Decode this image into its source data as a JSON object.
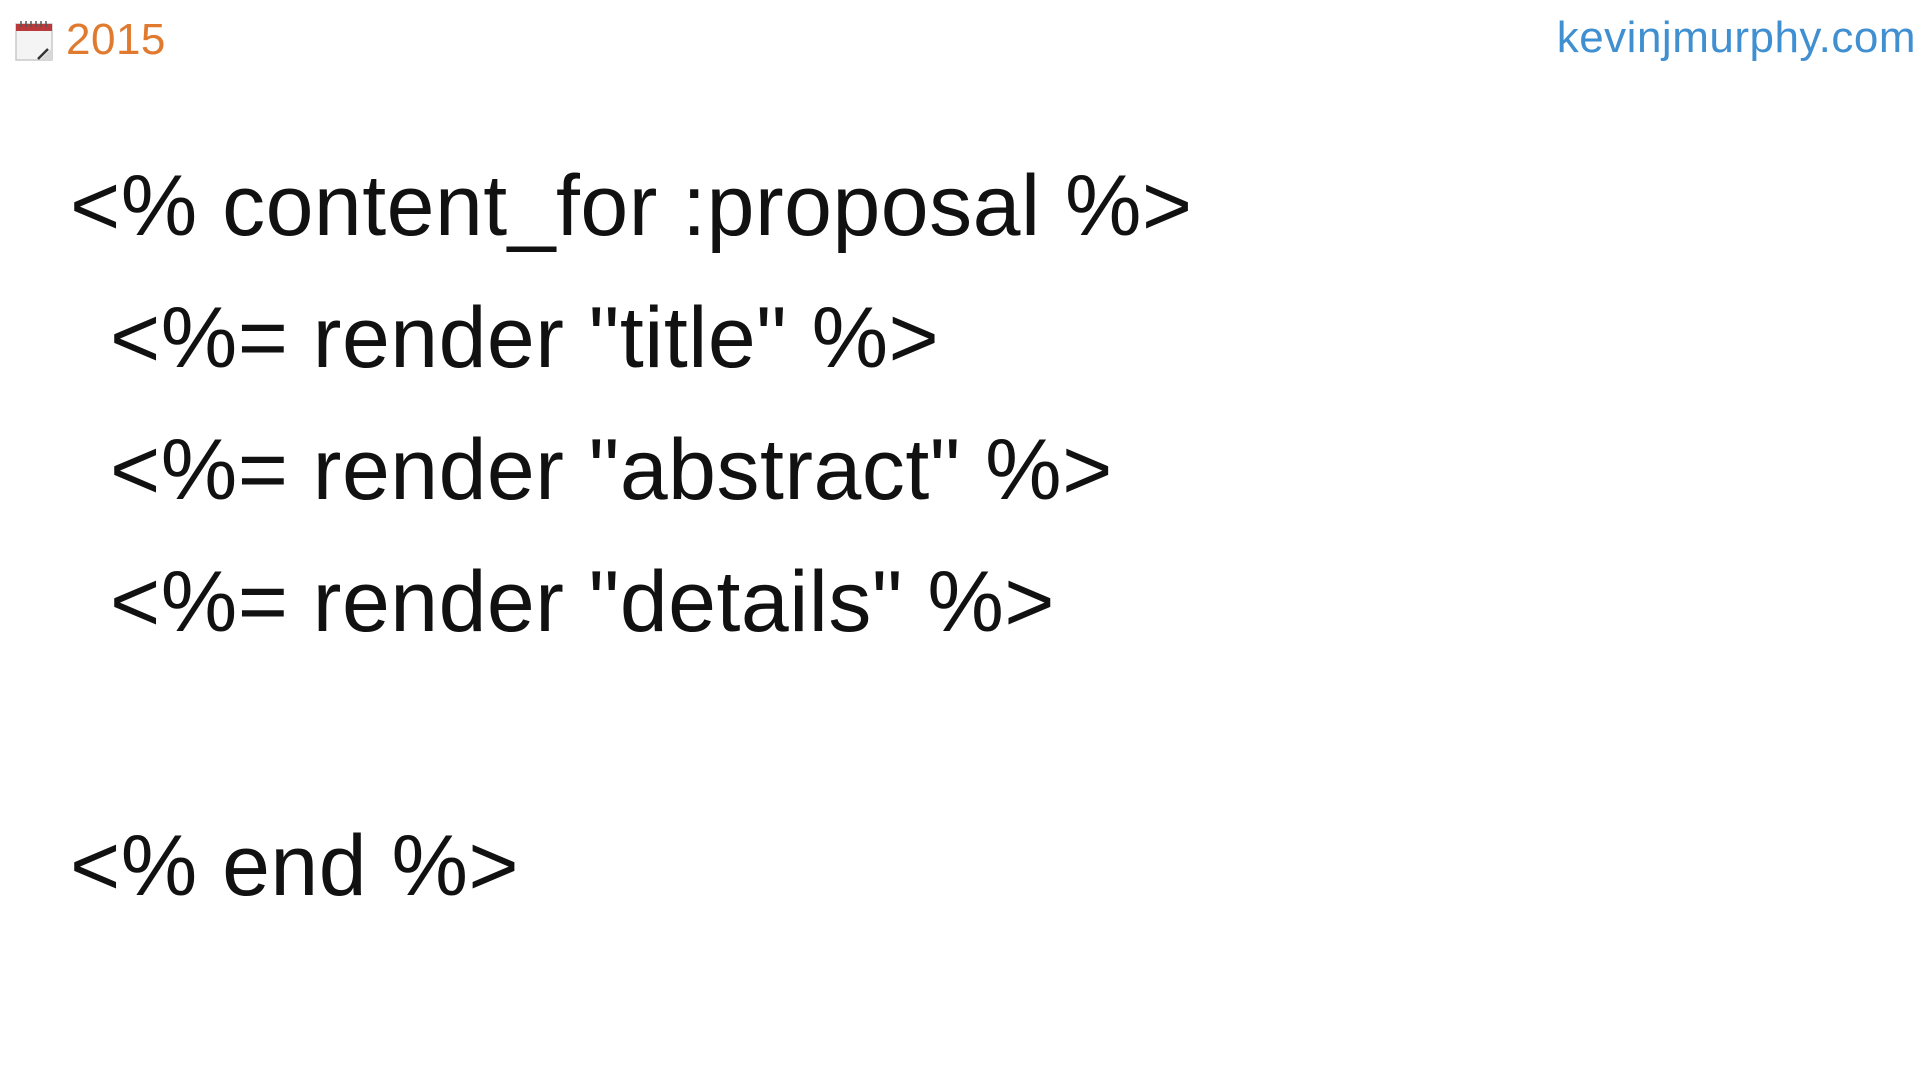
{
  "header": {
    "year": "2015",
    "site": "kevinjmurphy.com",
    "year_icon": "calendar-icon",
    "year_color": "#e07a2f",
    "site_color": "#3f8fd1"
  },
  "code": {
    "line1": "<% content_for :proposal %>",
    "line2": "<%= render \"title\" %>",
    "line3": "<%= render \"abstract\" %>",
    "line4": "<%= render \"details\" %>",
    "line5": "<% end %>"
  }
}
